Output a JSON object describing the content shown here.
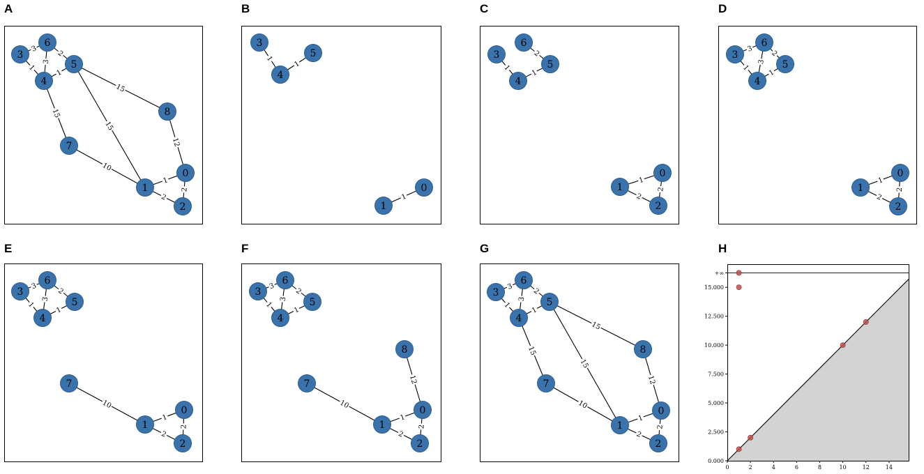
{
  "panels": [
    {
      "letter": "A",
      "nodes": [
        "0",
        "1",
        "2",
        "3",
        "4",
        "5",
        "6",
        "7",
        "8"
      ],
      "edges": [
        [
          "3",
          "6",
          "3"
        ],
        [
          "3",
          "4",
          "1"
        ],
        [
          "6",
          "4",
          "3"
        ],
        [
          "6",
          "5",
          "2"
        ],
        [
          "4",
          "5",
          "1"
        ],
        [
          "4",
          "7",
          "15"
        ],
        [
          "5",
          "8",
          "15"
        ],
        [
          "5",
          "1",
          "15"
        ],
        [
          "7",
          "1",
          "10"
        ],
        [
          "8",
          "0",
          "12"
        ],
        [
          "1",
          "0",
          "1"
        ],
        [
          "1",
          "2",
          "2"
        ],
        [
          "0",
          "2",
          "2"
        ]
      ]
    },
    {
      "letter": "B",
      "nodes": [
        "0",
        "1",
        "3",
        "4",
        "5"
      ],
      "edges": [
        [
          "3",
          "4",
          "1"
        ],
        [
          "4",
          "5",
          "1"
        ],
        [
          "1",
          "0",
          "1"
        ]
      ]
    },
    {
      "letter": "C",
      "nodes": [
        "0",
        "1",
        "2",
        "3",
        "4",
        "5",
        "6"
      ],
      "edges": [
        [
          "3",
          "4",
          "1"
        ],
        [
          "6",
          "5",
          "2"
        ],
        [
          "4",
          "5",
          "1"
        ],
        [
          "1",
          "0",
          "1"
        ],
        [
          "1",
          "2",
          "2"
        ],
        [
          "0",
          "2",
          "2"
        ]
      ]
    },
    {
      "letter": "D",
      "nodes": [
        "0",
        "1",
        "2",
        "3",
        "4",
        "5",
        "6"
      ],
      "edges": [
        [
          "3",
          "6",
          "3"
        ],
        [
          "3",
          "4",
          "1"
        ],
        [
          "6",
          "4",
          "3"
        ],
        [
          "6",
          "5",
          "2"
        ],
        [
          "4",
          "5",
          "1"
        ],
        [
          "1",
          "0",
          "1"
        ],
        [
          "1",
          "2",
          "2"
        ],
        [
          "0",
          "2",
          "2"
        ]
      ]
    },
    {
      "letter": "E",
      "nodes": [
        "0",
        "1",
        "2",
        "3",
        "4",
        "5",
        "6",
        "7"
      ],
      "edges": [
        [
          "3",
          "6",
          "3"
        ],
        [
          "3",
          "4",
          "1"
        ],
        [
          "6",
          "4",
          "3"
        ],
        [
          "6",
          "5",
          "2"
        ],
        [
          "4",
          "5",
          "1"
        ],
        [
          "7",
          "1",
          "10"
        ],
        [
          "1",
          "0",
          "1"
        ],
        [
          "1",
          "2",
          "2"
        ],
        [
          "0",
          "2",
          "2"
        ]
      ]
    },
    {
      "letter": "F",
      "nodes": [
        "0",
        "1",
        "2",
        "3",
        "4",
        "5",
        "6",
        "7",
        "8"
      ],
      "edges": [
        [
          "3",
          "6",
          "3"
        ],
        [
          "3",
          "4",
          "1"
        ],
        [
          "6",
          "4",
          "3"
        ],
        [
          "6",
          "5",
          "2"
        ],
        [
          "4",
          "5",
          "1"
        ],
        [
          "7",
          "1",
          "10"
        ],
        [
          "8",
          "0",
          "12"
        ],
        [
          "1",
          "0",
          "1"
        ],
        [
          "1",
          "2",
          "2"
        ],
        [
          "0",
          "2",
          "2"
        ]
      ]
    },
    {
      "letter": "G",
      "nodes": [
        "0",
        "1",
        "2",
        "3",
        "4",
        "5",
        "6",
        "7",
        "8"
      ],
      "edges": [
        [
          "3",
          "6",
          "3"
        ],
        [
          "3",
          "4",
          "1"
        ],
        [
          "6",
          "4",
          "3"
        ],
        [
          "6",
          "5",
          "2"
        ],
        [
          "4",
          "5",
          "1"
        ],
        [
          "4",
          "7",
          "15"
        ],
        [
          "5",
          "8",
          "15"
        ],
        [
          "5",
          "1",
          "15"
        ],
        [
          "7",
          "1",
          "10"
        ],
        [
          "8",
          "0",
          "12"
        ],
        [
          "1",
          "0",
          "1"
        ],
        [
          "1",
          "2",
          "2"
        ],
        [
          "0",
          "2",
          "2"
        ]
      ]
    }
  ],
  "chart_data": {
    "type": "scatter",
    "letter": "H",
    "x_ticks": [
      "0",
      "2",
      "4",
      "6",
      "8",
      "10",
      "12",
      "14"
    ],
    "y_ticks": [
      "0.000",
      "2.500",
      "5.000",
      "7.500",
      "10.000",
      "12.500",
      "15.000"
    ],
    "inf_label": "+∞",
    "xlim": [
      0,
      15.7
    ],
    "ylim": [
      0,
      17
    ],
    "infinity_y": 16.25,
    "points": [
      {
        "birth": 1,
        "death": 1
      },
      {
        "birth": 2,
        "death": 2
      },
      {
        "birth": 10,
        "death": 10
      },
      {
        "birth": 12,
        "death": 12
      },
      {
        "birth": 1,
        "death": 15
      },
      {
        "birth": 1,
        "death": "inf"
      }
    ],
    "diagonal": true,
    "shade_below_diagonal": "#d3d3d3",
    "point_color": "#c0504d"
  }
}
